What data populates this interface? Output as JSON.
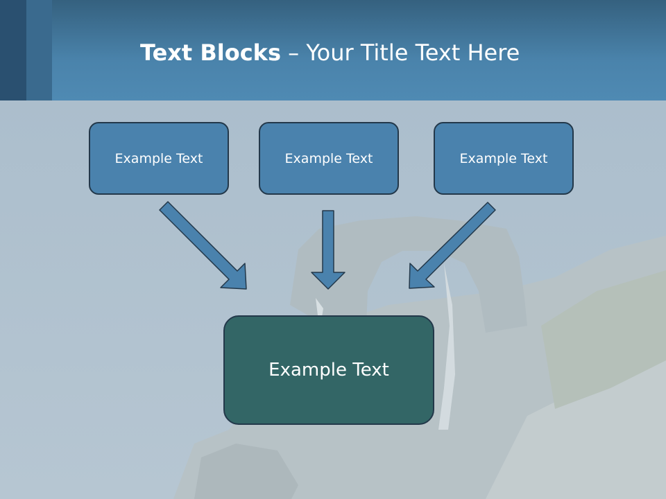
{
  "slide": {
    "title_bold": "Text Blocks",
    "title_rest": "– Your Title Text Here",
    "blocks": [
      "Example Text",
      "Example Text",
      "Example Text"
    ],
    "target": "Example Text"
  },
  "colors": {
    "header": "#4a83ab",
    "block_fill": "#4a82ad",
    "target_fill": "#336666",
    "arrow_fill": "#4a82ad",
    "border": "#23384a"
  }
}
